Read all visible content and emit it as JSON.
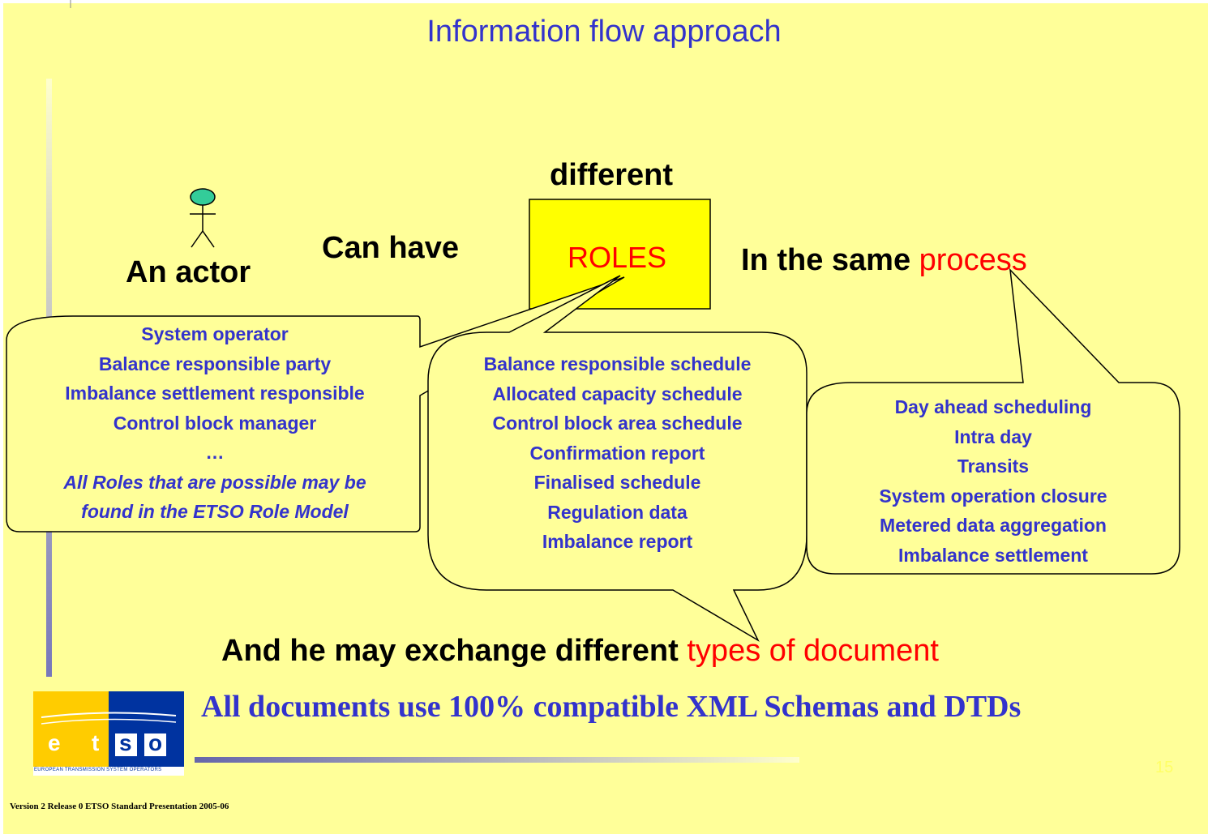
{
  "title": "Information flow approach",
  "actor_label": "An actor",
  "can_have": "Can have",
  "different": "different",
  "roles_box": "ROLES",
  "same_process": {
    "prefix": "In the same ",
    "highlight": "process"
  },
  "roles_bubble": {
    "items": [
      "System operator",
      "Balance responsible party",
      "Imbalance settlement responsible",
      "Control block manager",
      "…"
    ],
    "note": [
      "All Roles that are possible may be",
      "found in the ETSO Role Model"
    ]
  },
  "documents_bubble": {
    "items": [
      "Balance responsible schedule",
      "Allocated capacity schedule",
      "Control block area schedule",
      "Confirmation report",
      "Finalised schedule",
      "Regulation data",
      "Imbalance report"
    ]
  },
  "process_bubble": {
    "items": [
      "Day ahead scheduling",
      "Intra day",
      "Transits",
      "System operation closure",
      "Metered data aggregation",
      "Imbalance settlement"
    ]
  },
  "exchange": {
    "prefix": "And he may exchange different ",
    "highlight": "types of document"
  },
  "footer_title": "All documents use 100% compatible XML Schemas and DTDs",
  "logo": {
    "letters": [
      "e",
      "t",
      "s",
      "o"
    ],
    "caption": "EUROPEAN TRANSMISSION SYSTEM OPERATORS"
  },
  "page_number": "15",
  "version": "Version 2 Release 0 ETSO Standard Presentation 2005-06",
  "colors": {
    "background": "#ffff99",
    "blue_text": "#3333cc",
    "highlight": "#ff0000",
    "roles_box": "#ffff00",
    "actor_head": "#33cc99"
  }
}
